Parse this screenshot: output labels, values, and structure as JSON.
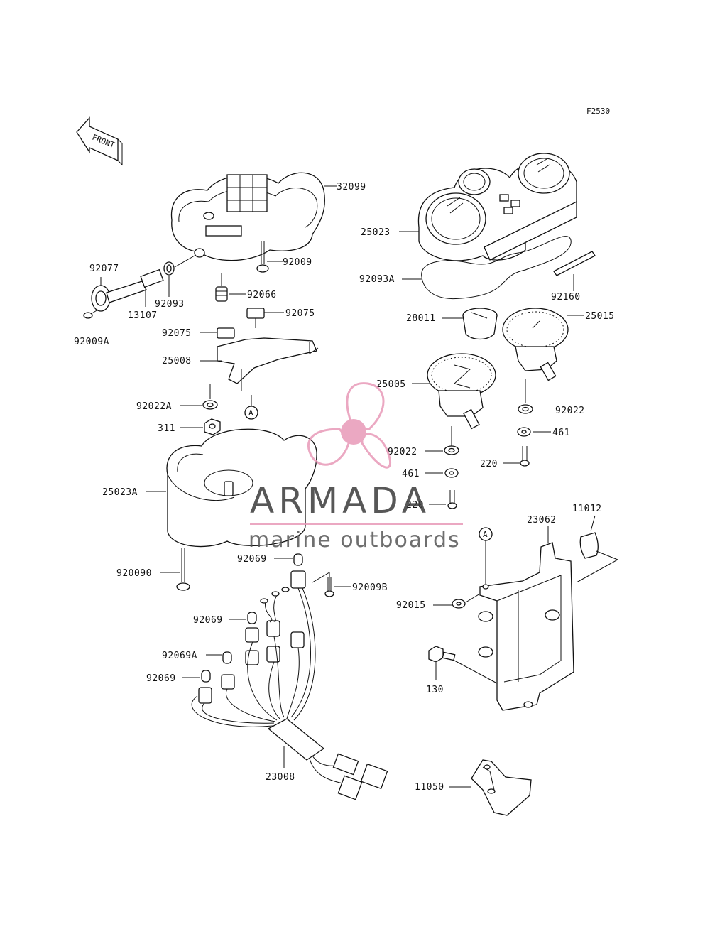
{
  "figure_code": "F2530",
  "front_label": "FRONT",
  "callout_marker": "A",
  "watermark": {
    "brand": "ARMADA",
    "tagline": "marine outboards",
    "color": "#e89ab8"
  },
  "parts": {
    "p32099": "32099",
    "p25023": "25023",
    "p92009": "92009",
    "p92093A": "92093A",
    "p92160": "92160",
    "p92077": "92077",
    "p92093": "92093",
    "p92066": "92066",
    "p13107": "13107",
    "p92009A": "92009A",
    "p92075a": "92075",
    "p92075b": "92075",
    "p28011": "28011",
    "p25015": "25015",
    "p25008": "25008",
    "p25005": "25005",
    "p92022A": "92022A",
    "p92022a": "92022",
    "p92022b": "92022",
    "p311": "311",
    "p461a": "461",
    "p461b": "461",
    "p220a": "220",
    "p220b": "220",
    "p25023A": "25023A",
    "p11012": "11012",
    "p23062": "23062",
    "p92009B": "92009B",
    "p920090": "920090",
    "p92069a": "92069",
    "p92069b": "92069",
    "p92069A": "92069A",
    "p92069c": "92069",
    "p92015": "92015",
    "p130": "130",
    "p23008": "23008",
    "p11050": "11050"
  }
}
